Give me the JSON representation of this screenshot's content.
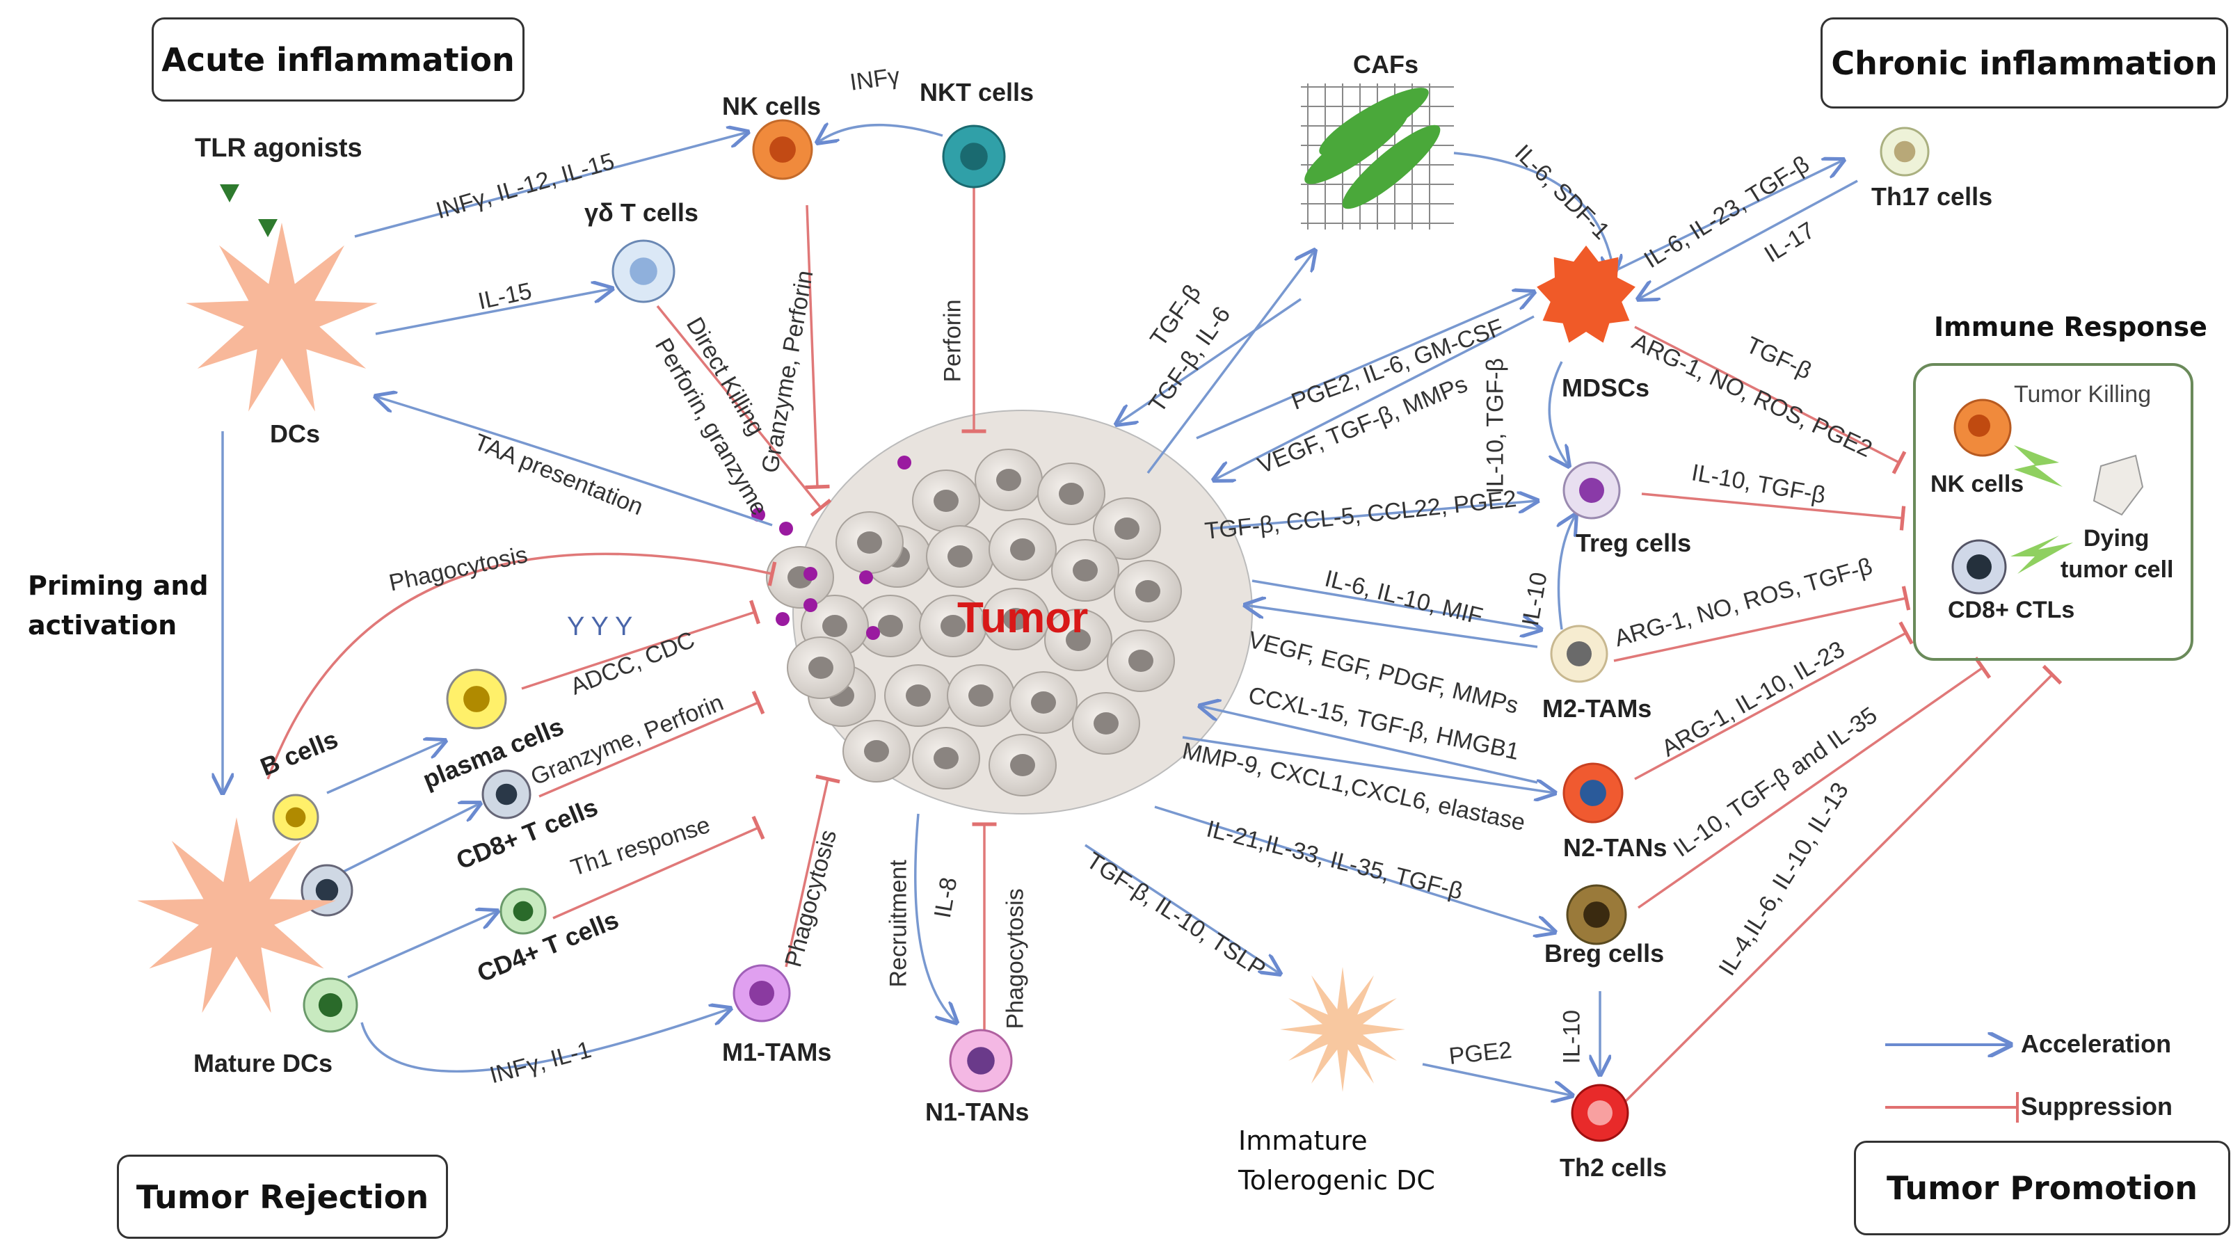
{
  "corner_boxes": {
    "acute": "Acute inflammation",
    "chronic": "Chronic inflammation",
    "rejection": "Tumor Rejection",
    "promotion": "Tumor Promotion"
  },
  "center": "Tumor",
  "cells": {
    "nk": "NK cells",
    "nkt": "NKT cells",
    "gd": "γδ T cells",
    "tlr": "TLR agonists",
    "dcs": "DCs",
    "mature_dcs": "Mature DCs",
    "b": "B cells",
    "plasma": "plasma cells",
    "cd8": "CD8+ T cells",
    "cd4": "CD4+ T cells",
    "m1": "M1-TAMs",
    "n1": "N1-TANs",
    "cafs": "CAFs",
    "th17": "Th17 cells",
    "mdscs": "MDSCs",
    "treg": "Treg cells",
    "m2": "M2-TAMs",
    "n2": "N2-TANs",
    "breg": "Breg cells",
    "th2": "Th2 cells",
    "immature_dc_1": "Immature",
    "immature_dc_2": "Tolerogenic DC",
    "priming_1": "Priming and",
    "priming_2": "activation"
  },
  "immune_response": {
    "title": "Immune Response",
    "tumor_killing": "Tumor Killing",
    "nk": "NK cells",
    "cd8": "CD8+ CTLs",
    "dying_1": "Dying",
    "dying_2": "tumor cell"
  },
  "legend": {
    "acceleration": "Acceleration",
    "suppression": "Suppression"
  },
  "arrow_labels": {
    "infg_nkt": "INFγ",
    "dc_nk": "INFγ, IL-12, IL-15",
    "il15": "IL-15",
    "direct_killing": "Direct Killing",
    "perforin_granzyme": "Perforin, granzyme",
    "granzyme_perforin_nk": "Granzyme, Perforin",
    "perforin_nkt": "Perforin",
    "taa": "TAA presentation",
    "phagocytosis_top": "Phagocytosis",
    "adcc": "ADCC, CDC",
    "gamma": "Y  Y  Y",
    "granzyme_cd8": "Granzyme, Perforin",
    "th1": "Th1 response",
    "infg_il1": "INFγ, IL-1",
    "phago_m1": "Phagocytosis",
    "recruit": "Recruitment",
    "il8": "IL-8",
    "phago_n1": "Phagocytosis",
    "tgfb_caf": "TGF-β",
    "tgfb_il6_caf": "TGF-β, IL-6",
    "il6_sdf1": "IL-6, SDF-1",
    "il6_il23": "IL-6, IL-23, TGF-β",
    "il17": "IL-17",
    "pge2_il6": "PGE2, IL-6, GM-CSF",
    "vegf_tgfb": "VEGF, TGF-β, MMPs",
    "il10_tgfb_v": "IL-10, TGF-β",
    "arg_no": "ARG-1, NO, ROS, PGE2",
    "tgfb_mdsc": "TGF-β",
    "tgfb_ccl": "TGF-β, CCL-5, CCL22, PGE2",
    "il10_tgfb_treg": "IL-10, TGF-β",
    "il6_il10_mif": "IL-6, IL-10, MIF",
    "il10_v": "IL-10",
    "vegf_egf": "VEGF, EGF, PDGF, MMPs",
    "arg_m2": "ARG-1, NO, ROS, TGF-β",
    "ccxl15": "CCXL-15, TGF-β, HMGB1",
    "mmp9": "MMP-9, CXCL1,CXCL6, elastase",
    "arg_il10_il23": "ARG-1, IL-10, IL-23",
    "il21": "IL-21,IL-33, IL-35, TGF-β",
    "il10_tgf_il35": "IL-10, TGF-β and IL-35",
    "tgfb_il10_tslp": "TGF-β, IL-10, TSLP",
    "pge2_dc": "PGE2",
    "il10_breg": "IL-10",
    "il4": "IL-4,IL-6, IL-10, IL-13"
  },
  "colors": {
    "acceleration": "#7898d0",
    "suppression": "#e07878"
  }
}
